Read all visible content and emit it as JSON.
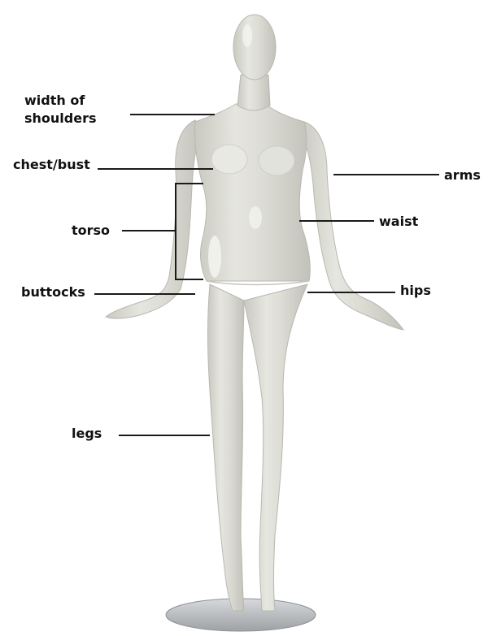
{
  "labels": {
    "width_of_shoulders": {
      "line1": "width of",
      "line2": "shoulders"
    },
    "chest_bust": "chest/bust",
    "torso": "torso",
    "buttocks": "buttocks",
    "legs": "legs",
    "arms": "arms",
    "waist": "waist",
    "hips": "hips"
  },
  "colors": {
    "mannequin": "#ddddd6",
    "mannequin_shadow": "#c4c4bc",
    "highlight": "#f4f4f0",
    "leader_line": "#1a1a1a",
    "base": "#b5b7ba"
  }
}
